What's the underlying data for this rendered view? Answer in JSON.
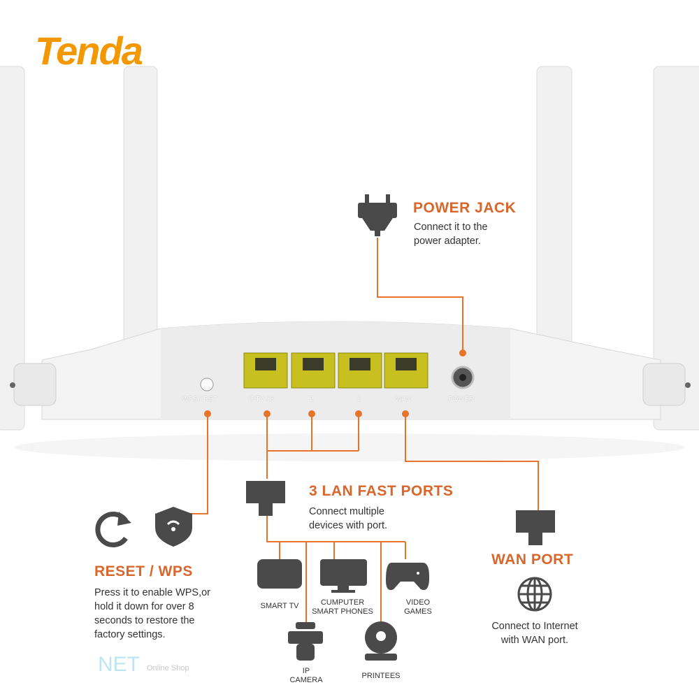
{
  "brand": {
    "logo": "Tenda",
    "color": "#f39800"
  },
  "accent": "#e8732a",
  "router": {
    "port_labels": [
      "WPS / RST",
      "IPTV / 3",
      "2",
      "1",
      "WAN",
      "POWER"
    ]
  },
  "power_jack": {
    "title": "POWER JACK",
    "lines": [
      "Connect it to the",
      "power adapter."
    ]
  },
  "lan": {
    "title": "3 LAN FAST PORTS",
    "lines": [
      "Connect multiple",
      "devices with port."
    ]
  },
  "reset": {
    "title": "RESET / WPS",
    "lines": [
      "Press it to enable WPS,or",
      "hold it down for over 8",
      "seconds to restore the",
      "factory settings."
    ]
  },
  "wan": {
    "title": "WAN PORT",
    "lines": [
      "Connect to Internet",
      "with WAN port."
    ]
  },
  "devices": [
    {
      "label": "SMART TV",
      "icon": "tv-icon"
    },
    {
      "label": "CUMPUTER\nSMART PHONES",
      "label1": "CUMPUTER",
      "label2": "SMART PHONES",
      "icon": "monitor-icon"
    },
    {
      "label1": "VIDEO",
      "label2": "GAMES",
      "icon": "gamepad-icon"
    },
    {
      "label1": "IP",
      "label2": "CAMERA",
      "icon": "ip-camera-icon"
    },
    {
      "label": "PRINTEES",
      "icon": "webcam-icon"
    }
  ],
  "watermark": {
    "text": "NET",
    "sub": "Online Shop"
  }
}
